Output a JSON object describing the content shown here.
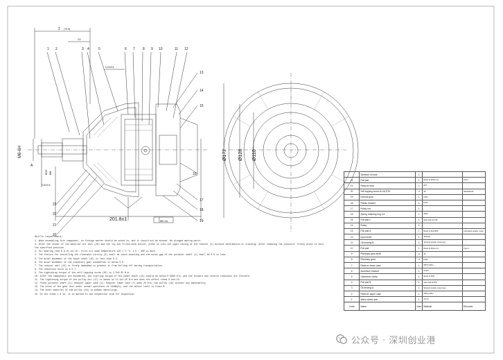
{
  "part_labels_top": [
    "1",
    "2",
    "3",
    "4",
    "5",
    "6",
    "7",
    "8",
    "9",
    "10",
    "11",
    "12"
  ],
  "part_labels_right": [
    "13",
    "14",
    "15",
    "16",
    "17",
    "18",
    "19"
  ],
  "part_labels_left": [
    "20",
    "21",
    "22",
    "23"
  ],
  "dimensions": {
    "top_dim": "2",
    "top_dim_sub": "(+0.5)",
    "small_dim": "3.5",
    "small_dim2": "5.13±0.5",
    "thread": "M6-6H",
    "datum_a": "A",
    "dia_left1": "Ø16",
    "dia_left2": "Ø8",
    "small_left": "3.20±0.5",
    "length": "201.8±1",
    "tolerance": "Ø0.1A",
    "dia_172": "Ø172",
    "dia_128": "Ø128",
    "dia_110": "Ø110"
  },
  "requirements": {
    "title": "Skills requirement:",
    "items": [
      "1.    When assembling this component, no foreign matter should be mixed in, and it should not be missed. No plunged mating parts.",
      "2.    After the center of the material oil seal (20) and the lip are filled with butter, press it into the upper casing of the reducer (2) without deformation or cracking. After removing the pressure, firmly press it into",
      "       the specified position.",
      "3.    Oil bearing (see 6 & 9) oil-er: first oil soak temperature 120 ± 5 °C, 1 h ~ 300 oc more.",
      "4.    The fixture for installing the clearance circlip (3) shall be touch mounting and the axial gap of the pulsator shaft (1) shall be 0.5 in less.",
      "5.    The axial movement of the input shaft (15) is less than 0.2.",
      "6.    The axial movement of the planetary gear assemblies is below 0.5.",
      "7.    The reducer seal (13) is firmly embedded to prevent it from falling off during transportation.",
      "8.    The reduction ratio is 1:5.7.",
      "9.    The tightening torque of the self-tapping screw (20) is 1.5±0.25 N·m.",
      "10.   After the components are assembled, the starting torque of the power shaft (15) should be below 0.0985 N·m, and the forward and reverse rotations are flexible.",
      "11.   The tightening torque of the pulley nut (17) is based on 11.4±2.25 N·m and does not affect items 8 and 10.",
      "12.   Fixed pulsator shaft (1): Reducer upper case (2): Reducer lower case (7) adds 20 N·m; the pulley (16) without any abnormality.",
      "13.   The noise of the gear unit under normal operation is <64dB(A), and the defect level is Class B.",
      "14.   The inner material of the pulley (16) is powder metallurgy.",
      "15.   On the items 1 & 15, it is marked in the inspection item for inspection."
    ]
  },
  "bom": {
    "rows": [
      {
        "no": "",
        "name": "Skeleton oil seal",
        "qty": "1",
        "material": "",
        "note": ""
      },
      {
        "no": "22",
        "name": "Flat pad",
        "qty": "1",
        "material": "Board t0.5(NG-0.1)",
        "note": "Type I"
      },
      {
        "no": "21",
        "name": "Reducer seal",
        "qty": "1",
        "material": "EPT",
        "note": ""
      },
      {
        "no": "20",
        "name": "Self-tapping screw 5×16-ST8",
        "qty": "4",
        "material": "35",
        "note": "GB/T845-85"
      },
      {
        "no": "19",
        "name": "Internal gear",
        "qty": "1",
        "material": "POM",
        "note": ""
      },
      {
        "no": "18",
        "name": "Plastic bracket",
        "qty": "1",
        "material": "POM",
        "note": ""
      },
      {
        "no": "17",
        "name": "Pulley nut",
        "qty": "1",
        "material": "",
        "note": ""
      },
      {
        "no": "16",
        "name": "Spring retaining ring 4.5",
        "qty": "1",
        "material": "65Mn",
        "note": ""
      },
      {
        "no": "15",
        "name": "Flat pad c",
        "qty": "1",
        "material": "Steel ball t1.5-TB",
        "note": ""
      },
      {
        "no": "14",
        "name": "Pulley",
        "qty": "1",
        "material": "",
        "note": ""
      },
      {
        "no": "13",
        "name": "Flat pad A",
        "qty": "1",
        "material": "Board t1.5(t0.0P8)",
        "note": "Lubricated powder metal"
      },
      {
        "no": "12",
        "name": "Input shaft",
        "qty": "1",
        "material": "45/POM",
        "note": ""
      },
      {
        "no": "11",
        "name": "Oil bearing B",
        "qty": "1",
        "material": "Sintered powder metal copy",
        "note": ""
      },
      {
        "no": "10",
        "name": "Flat pad",
        "qty": "1",
        "material": "Board t0.5(NG-0.1)",
        "note": "Type II"
      },
      {
        "no": "9",
        "name": "Planetary gear shaft",
        "qty": "4",
        "material": "45",
        "note": ""
      },
      {
        "no": "8",
        "name": "Planetary gear",
        "qty": "4",
        "material": "POM",
        "note": ""
      },
      {
        "no": "7",
        "name": "Reducer lower case",
        "qty": "1",
        "material": "PBT9 (30%)",
        "note": ""
      },
      {
        "no": "6",
        "name": "Aluminum bracket",
        "qty": "1",
        "material": "ZL104",
        "note": ""
      },
      {
        "no": "5",
        "name": "Clearance circlip",
        "qty": "1",
        "material": "Board t0.5/65",
        "note": ""
      },
      {
        "no": "4",
        "name": "Flat pad B",
        "qty": "1",
        "material": "Steel ball t0.5TB",
        "note": ""
      },
      {
        "no": "3",
        "name": "Oil bearing A",
        "qty": "1",
        "material": "Sintered powder metal copy",
        "note": ""
      },
      {
        "no": "2",
        "name": "Reducer upper case",
        "qty": "1",
        "material": "PBT9 (30%)",
        "note": ""
      },
      {
        "no": "1",
        "name": "Wave wheel axle",
        "qty": "1",
        "material": "2Cr13",
        "note": ""
      }
    ],
    "header": {
      "no": "Code",
      "name": "Name",
      "qty": "Num",
      "material": "Material",
      "note": "Remarks"
    }
  },
  "watermark": {
    "text": "公众号 · 深圳创业港"
  }
}
